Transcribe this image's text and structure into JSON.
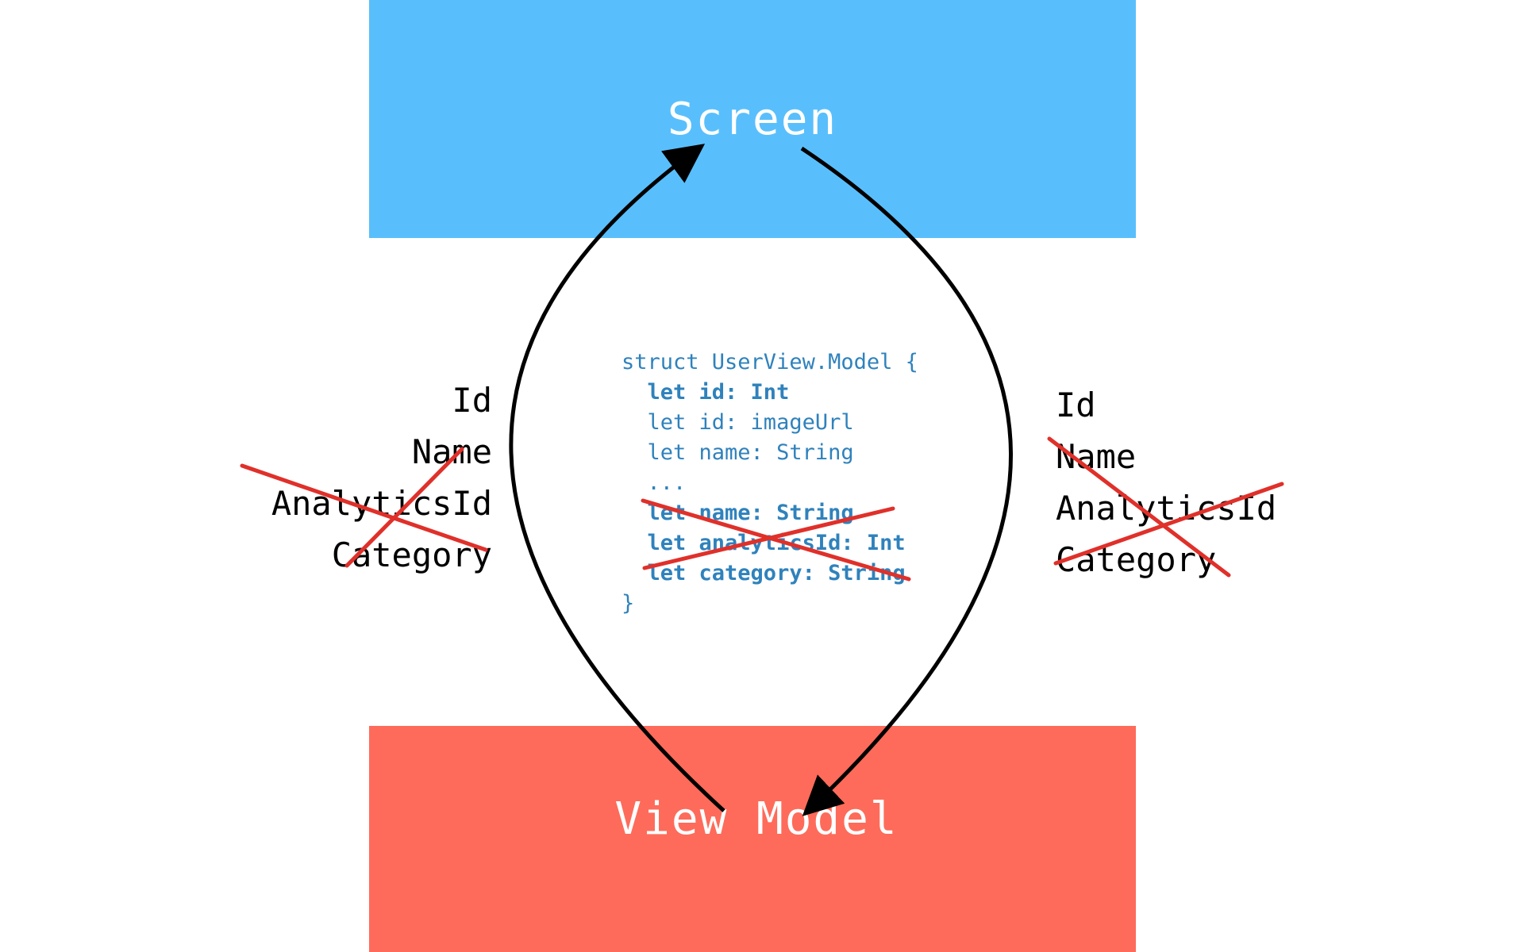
{
  "screen": {
    "title": "Screen",
    "color": "#59bffc"
  },
  "view_model": {
    "title": "View Model",
    "color": "#fe6b5a"
  },
  "left_fields": [
    "Id",
    "Name",
    "AnalyticsId",
    "Category"
  ],
  "right_fields": [
    "Id",
    "Name",
    "AnalyticsId",
    "Category"
  ],
  "code": {
    "color": "#2f82bc",
    "lines": [
      "struct UserView.Model {",
      "  let id: Int",
      "  let id: imageUrl",
      "  let name: String",
      "  ...",
      "  let name: String",
      "  let analyticsId: Int",
      "  let category: String",
      "}"
    ]
  },
  "strike_color": "#e0302a",
  "arrow_color": "#000000"
}
